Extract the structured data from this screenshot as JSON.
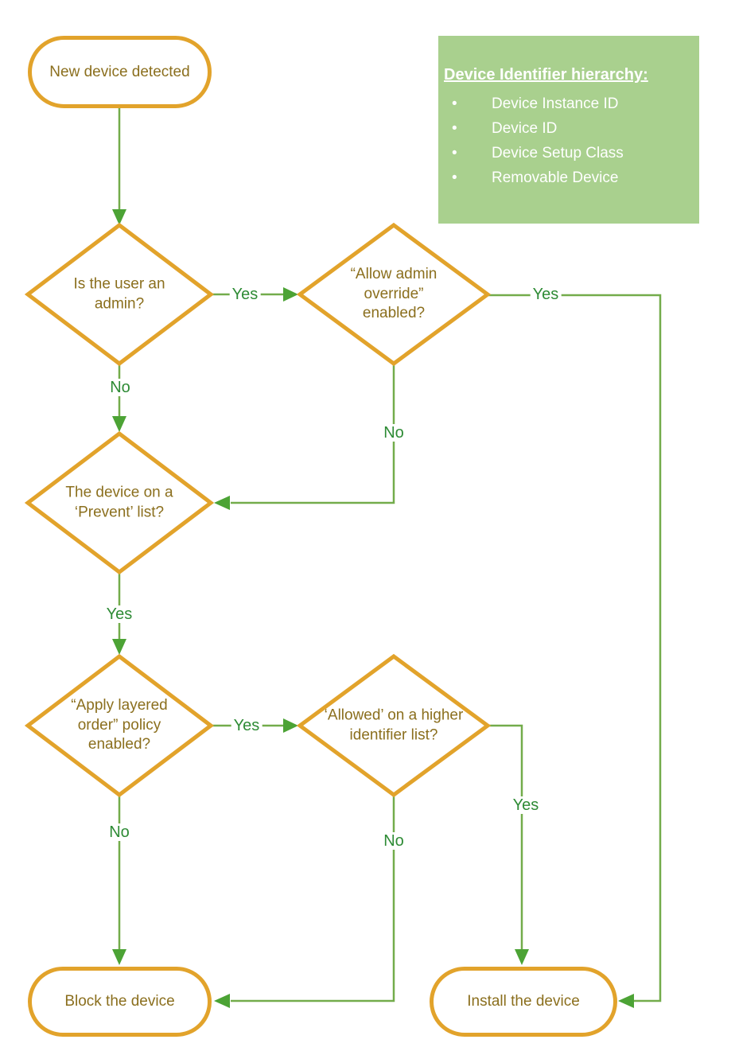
{
  "flowchart": {
    "nodes": {
      "start": {
        "label": "New device detected"
      },
      "admin": {
        "label": "Is the user an admin?"
      },
      "override": {
        "label": "“Allow admin override” enabled?"
      },
      "prevent": {
        "label": "The device on a ‘Prevent’ list?"
      },
      "layered": {
        "label": "“Apply layered order” policy enabled?"
      },
      "higher": {
        "label": "‘Allowed’ on a higher identifier list?"
      },
      "block": {
        "label": "Block the device"
      },
      "install": {
        "label": "Install the device"
      }
    },
    "edge_labels": {
      "admin_yes": "Yes",
      "admin_no": "No",
      "override_yes": "Yes",
      "override_no": "No",
      "prevent_yes": "Yes",
      "layered_yes": "Yes",
      "layered_no": "No",
      "higher_yes": "Yes",
      "higher_no": "No"
    }
  },
  "legend": {
    "title": "Device Identifier hierarchy:",
    "items": [
      "Device Instance ID",
      "Device ID",
      "Device Setup Class",
      "Removable Device"
    ]
  },
  "colors": {
    "shape_border": "#E2A32B",
    "shape_text": "#8B6F1E",
    "connector": "#73AC4B",
    "arrowhead": "#4CA335",
    "edge_label": "#2E8B35",
    "legend_bg": "#A9D08E",
    "legend_text": "#FFFFFF"
  }
}
